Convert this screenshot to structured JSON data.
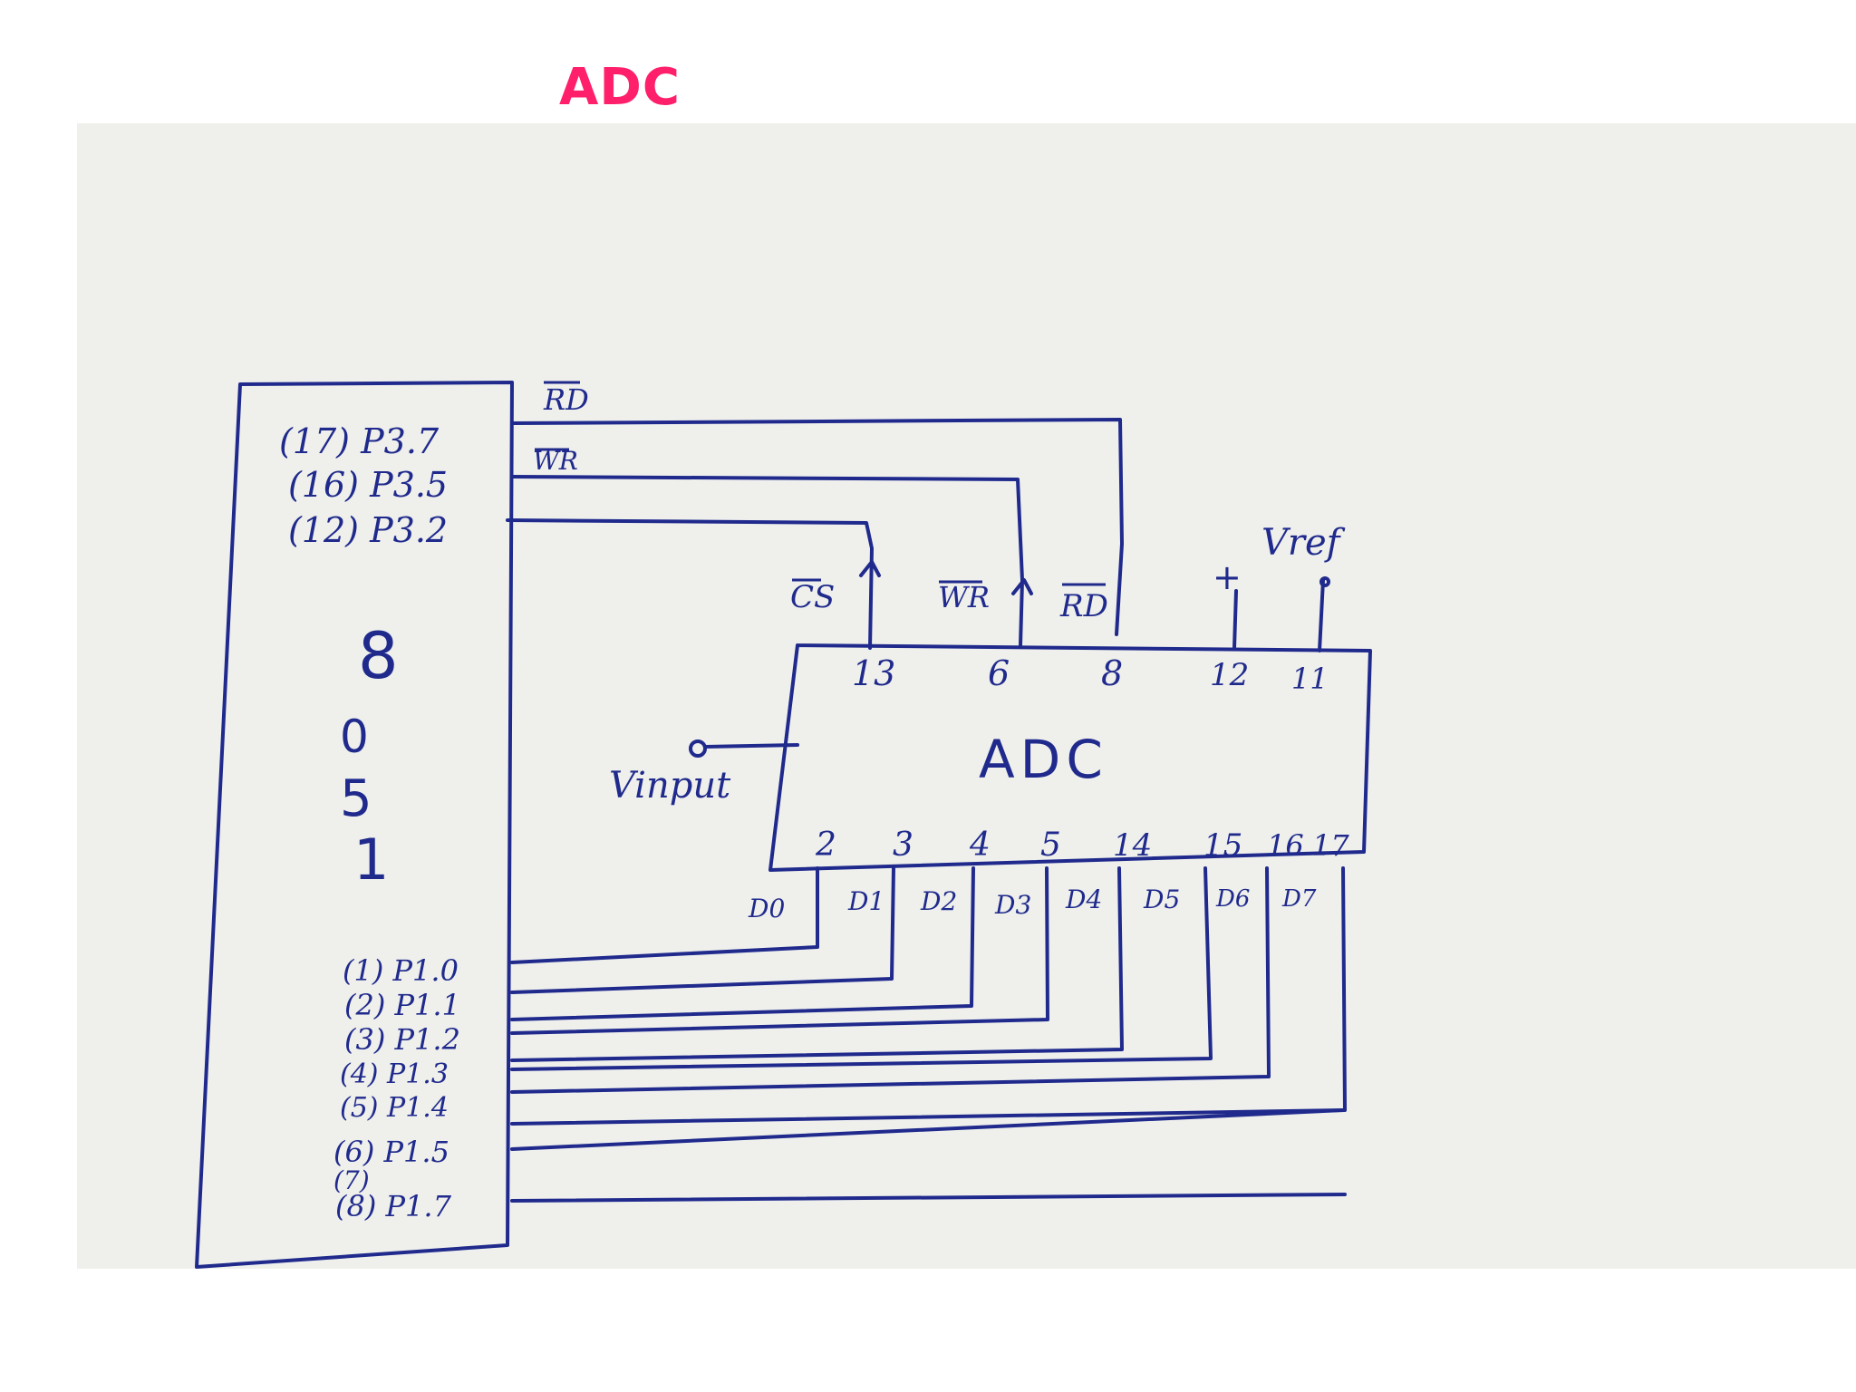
{
  "title": "ADC",
  "colors": {
    "title": "#ff1f6b",
    "ink": "#1f2a8c",
    "paper": "#efefec"
  },
  "mcu": {
    "label": "8051",
    "top_pins": [
      "(17) P3.7",
      "(16) P3.5",
      "(12) P3.2"
    ],
    "port1_pins": [
      "(1) P1.0",
      "(2) P1.1",
      "(3) P1.2",
      "(4) P1.3",
      "(5) P1.4",
      "(6) P1.5",
      "(7)",
      "(8) P1.7"
    ]
  },
  "wires_top": {
    "rd_label": "RD",
    "wr_label": "WR"
  },
  "adc": {
    "label": "ADC",
    "top_pins": [
      "13",
      "6",
      "8",
      "12",
      "11"
    ],
    "top_signals": [
      "CS",
      "WR",
      "RD",
      "+",
      "Vref"
    ],
    "bottom_pins": [
      "2",
      "3",
      "4",
      "5",
      "14",
      "15",
      "16",
      "17"
    ],
    "data_lines": [
      "D0",
      "D1",
      "D2",
      "D3",
      "D4",
      "D5",
      "D6",
      "D7"
    ],
    "input_label": "Vinput"
  }
}
